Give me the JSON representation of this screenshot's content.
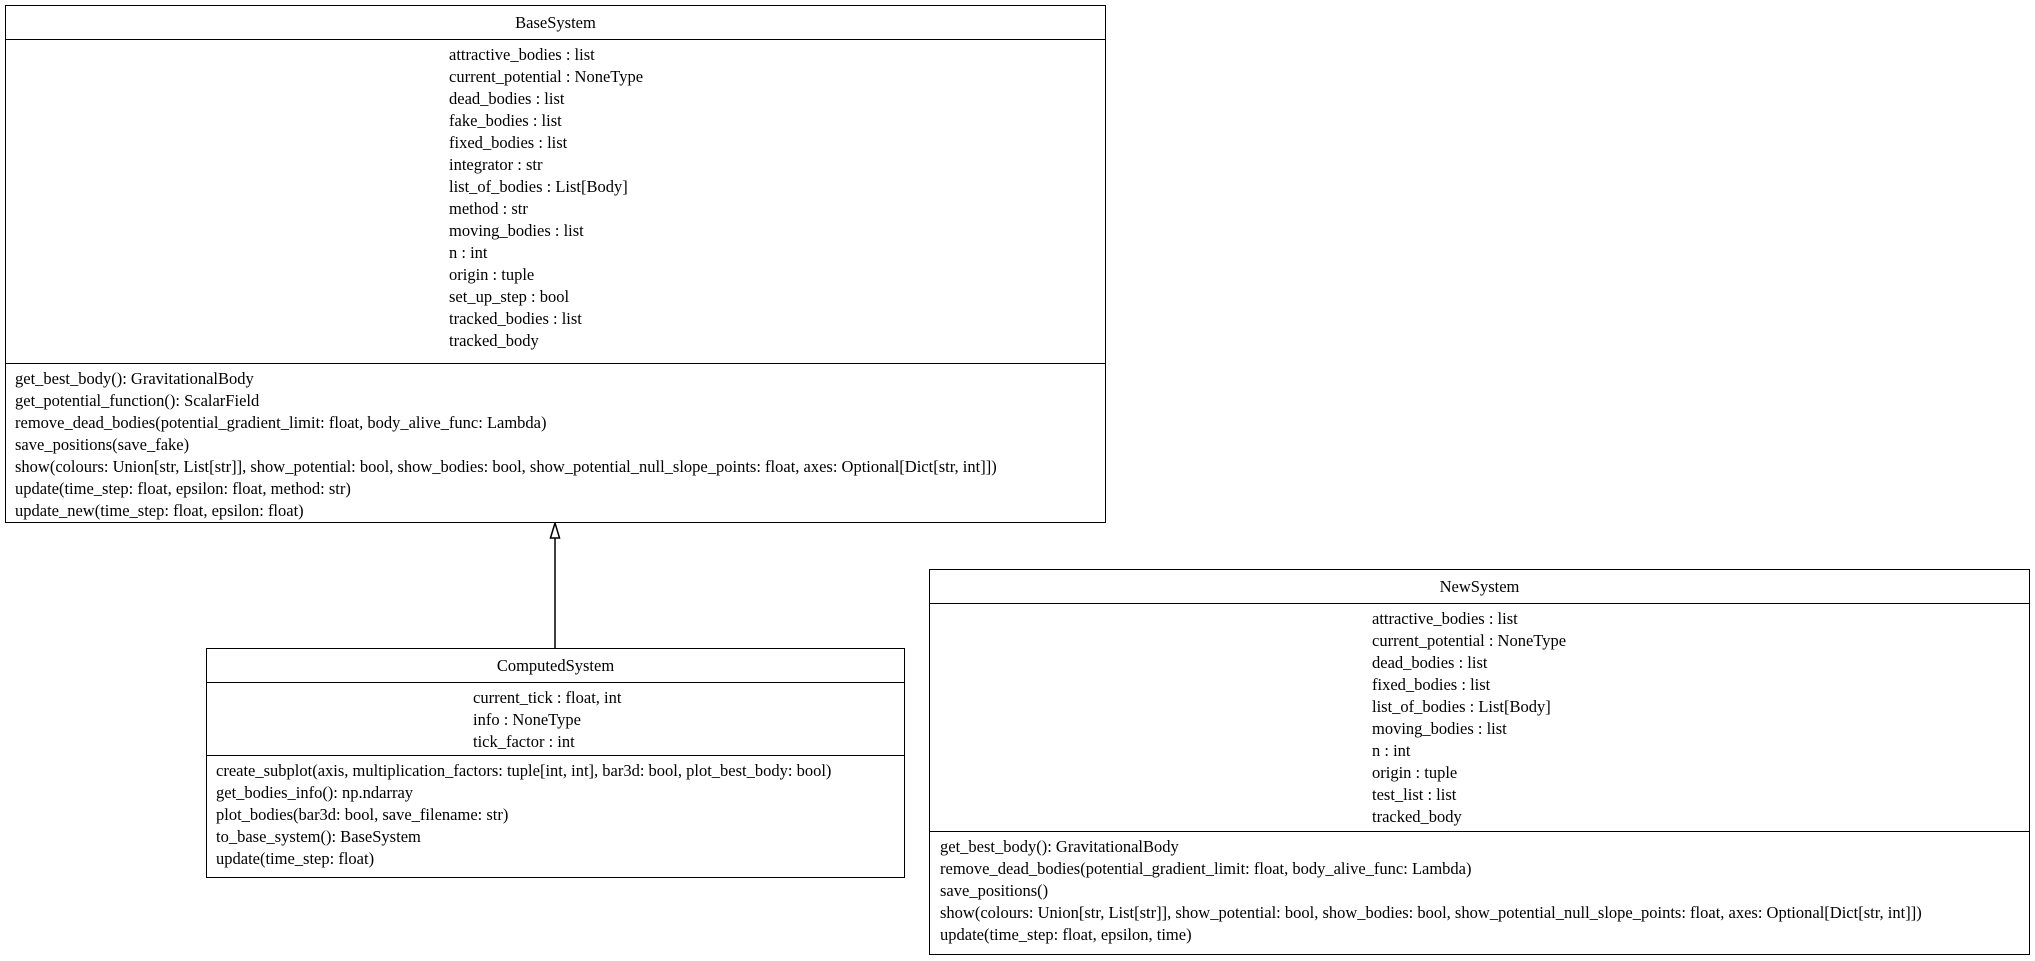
{
  "classes": {
    "base": {
      "name": "BaseSystem",
      "attributes": [
        "attractive_bodies : list",
        "current_potential : NoneType",
        "dead_bodies : list",
        "fake_bodies : list",
        "fixed_bodies : list",
        "integrator : str",
        "list_of_bodies : List[Body]",
        "method : str",
        "moving_bodies : list",
        "n : int",
        "origin : tuple",
        "set_up_step : bool",
        "tracked_bodies : list",
        "tracked_body"
      ],
      "methods": [
        "get_best_body(): GravitationalBody",
        "get_potential_function(): ScalarField",
        "remove_dead_bodies(potential_gradient_limit: float, body_alive_func: Lambda)",
        "save_positions(save_fake)",
        "show(colours: Union[str, List[str]], show_potential: bool, show_bodies: bool, show_potential_null_slope_points: float, axes: Optional[Dict[str, int]])",
        "update(time_step: float, epsilon: float, method: str)",
        "update_new(time_step: float, epsilon: float)"
      ]
    },
    "computed": {
      "name": "ComputedSystem",
      "attributes": [
        "current_tick : float, int",
        "info : NoneType",
        "tick_factor : int"
      ],
      "methods": [
        "create_subplot(axis, multiplication_factors: tuple[int, int], bar3d: bool, plot_best_body: bool)",
        "get_bodies_info(): np.ndarray",
        "plot_bodies(bar3d: bool, save_filename: str)",
        "to_base_system(): BaseSystem",
        "update(time_step: float)"
      ]
    },
    "new": {
      "name": "NewSystem",
      "attributes": [
        "attractive_bodies : list",
        "current_potential : NoneType",
        "dead_bodies : list",
        "fixed_bodies : list",
        "list_of_bodies : List[Body]",
        "moving_bodies : list",
        "n : int",
        "origin : tuple",
        "test_list : list",
        "tracked_body"
      ],
      "methods": [
        "get_best_body(): GravitationalBody",
        "remove_dead_bodies(potential_gradient_limit: float, body_alive_func: Lambda)",
        "save_positions()",
        "show(colours: Union[str, List[str]], show_potential: bool, show_bodies: bool, show_potential_null_slope_points: float, axes: Optional[Dict[str, int]])",
        "update(time_step: float, epsilon, time)"
      ]
    }
  },
  "relations": [
    {
      "kind": "inheritance",
      "from": "ComputedSystem",
      "to": "BaseSystem"
    }
  ]
}
